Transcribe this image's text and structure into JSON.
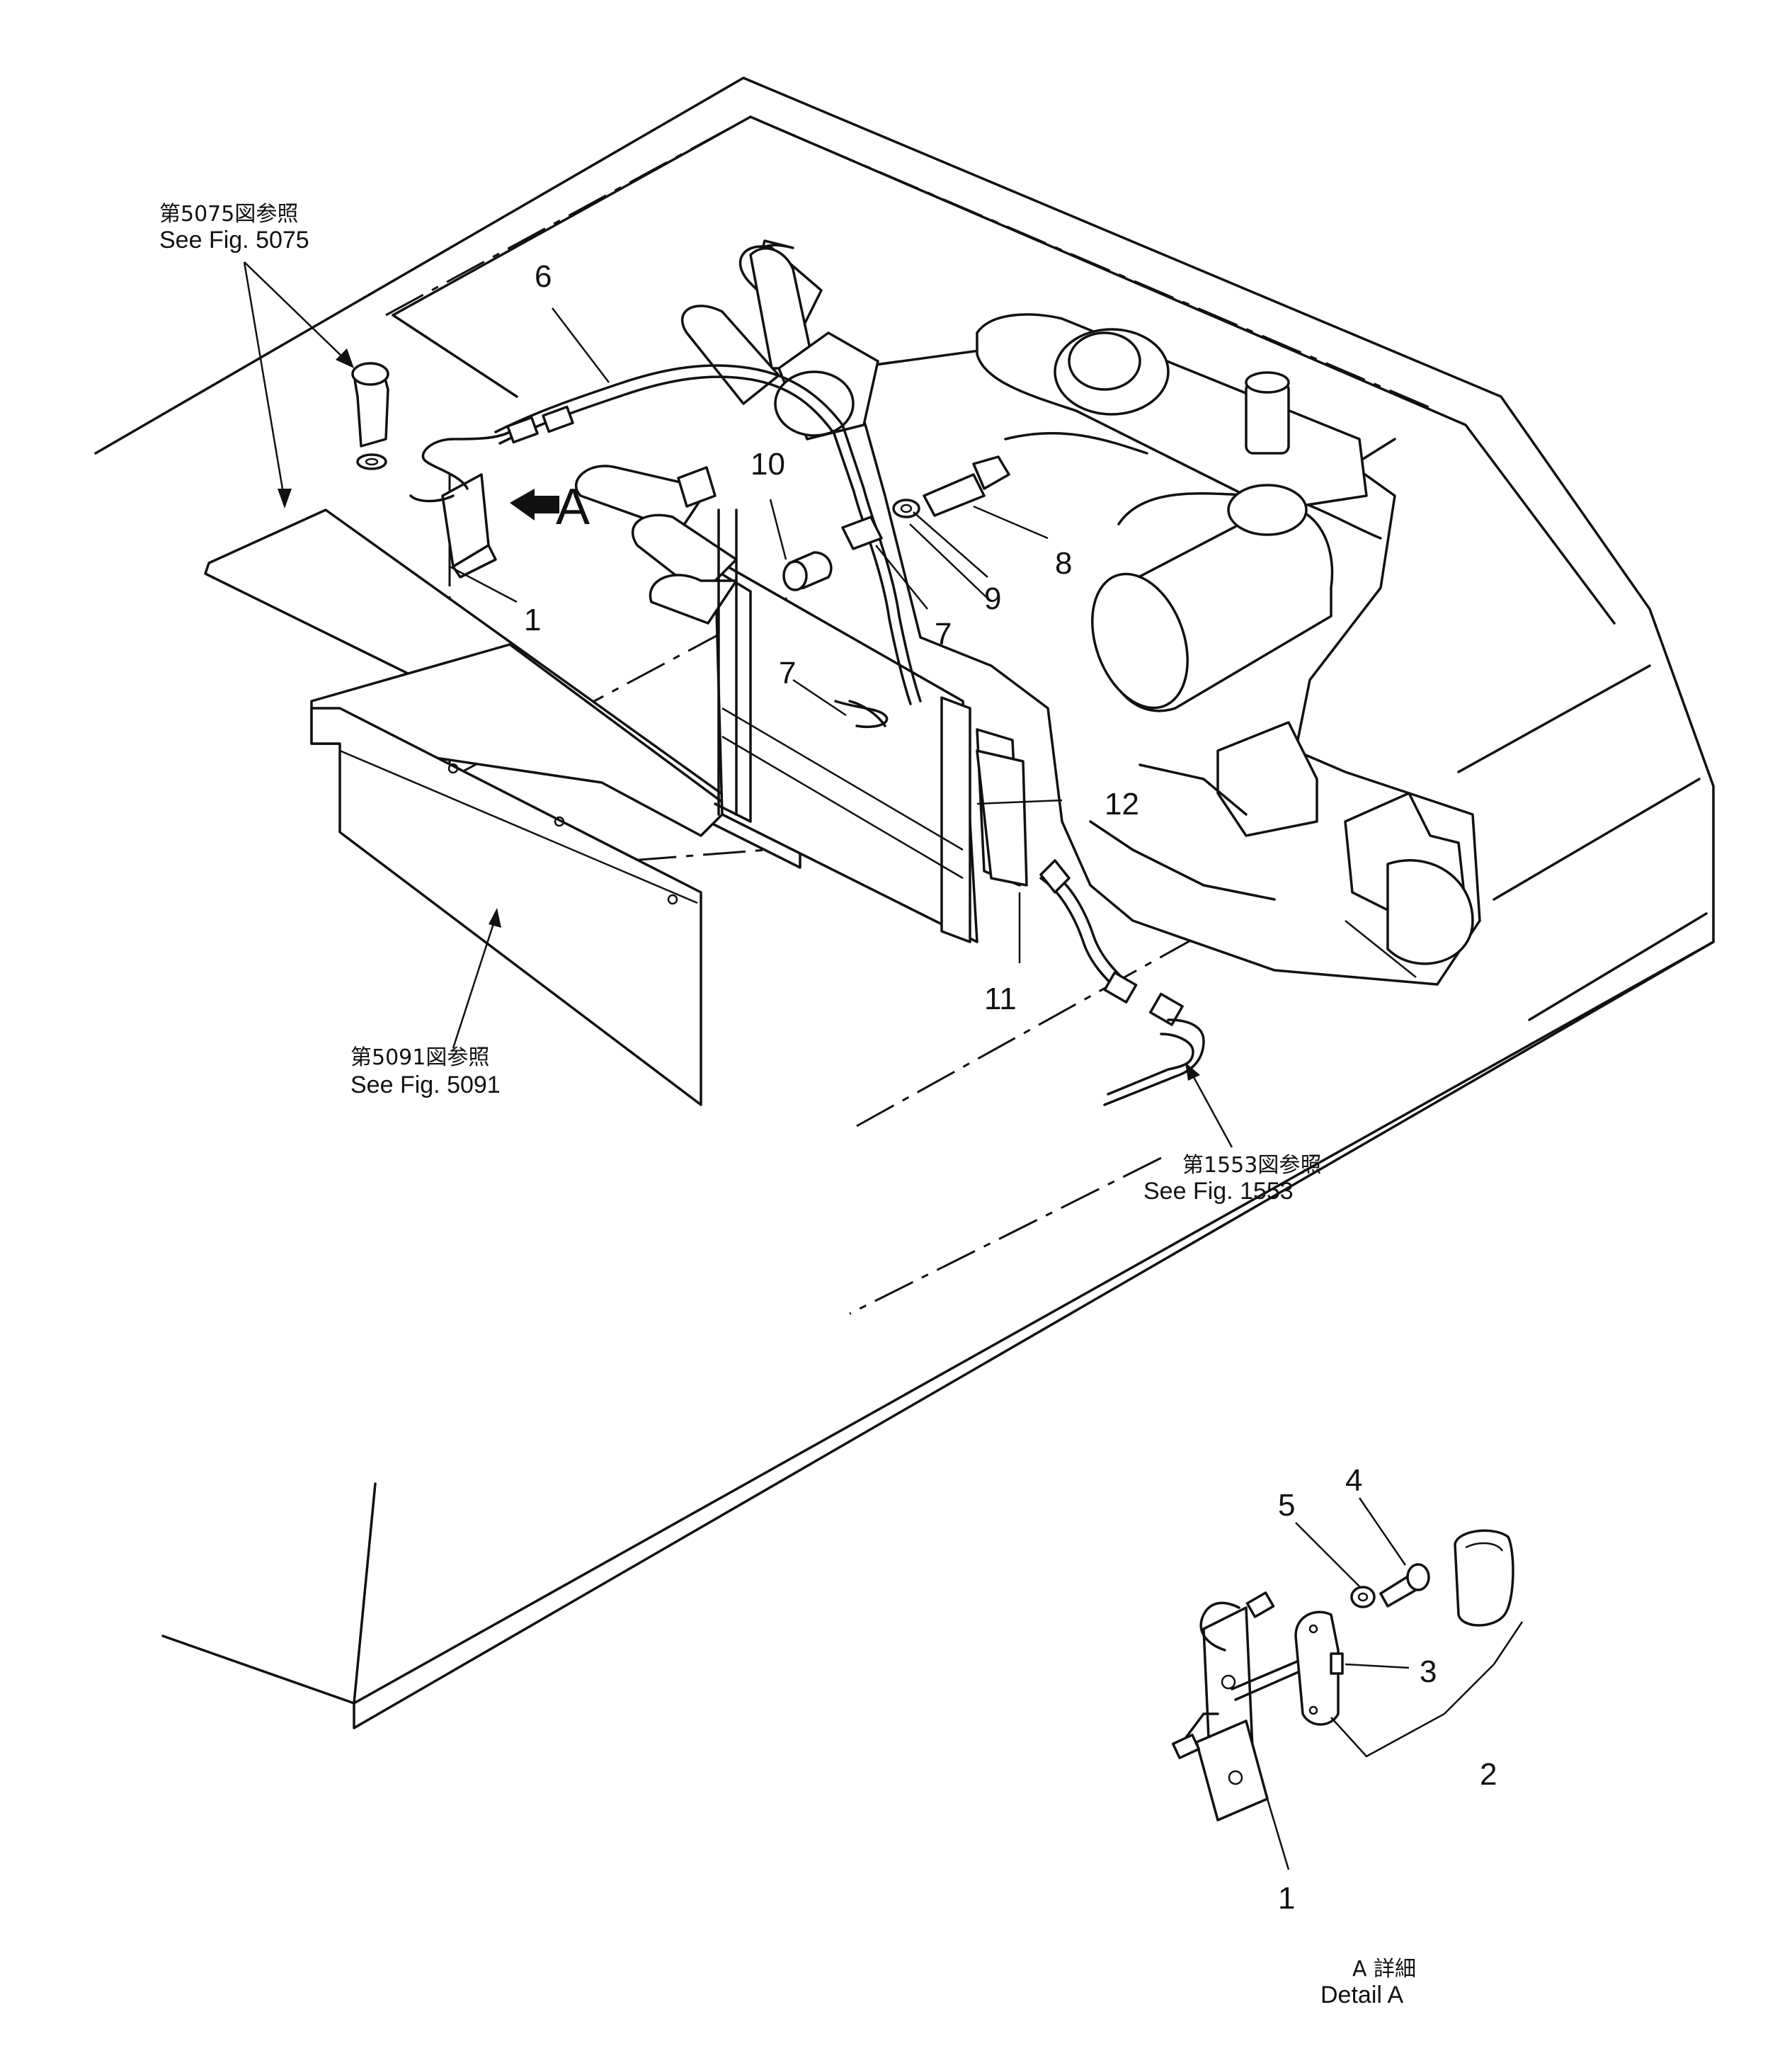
{
  "references": {
    "fig5075": {
      "jp": "第5075図参照",
      "en": "See Fig. 5075"
    },
    "fig5091": {
      "jp": "第5091図参照",
      "en": "See Fig. 5091"
    },
    "fig1553": {
      "jp": "第1553図参照",
      "en": "See Fig. 1553"
    }
  },
  "view_arrow": {
    "label": "A"
  },
  "callouts": {
    "main": {
      "c1": "1",
      "c6": "6",
      "c7a": "7",
      "c7b": "7",
      "c8": "8",
      "c9": "9",
      "c10": "10",
      "c11": "11",
      "c12": "12"
    },
    "detail": {
      "c1": "1",
      "c2": "2",
      "c3": "3",
      "c4": "4",
      "c5": "5"
    }
  },
  "detail_caption": {
    "jp": "A 詳細",
    "en": "Detail A"
  }
}
